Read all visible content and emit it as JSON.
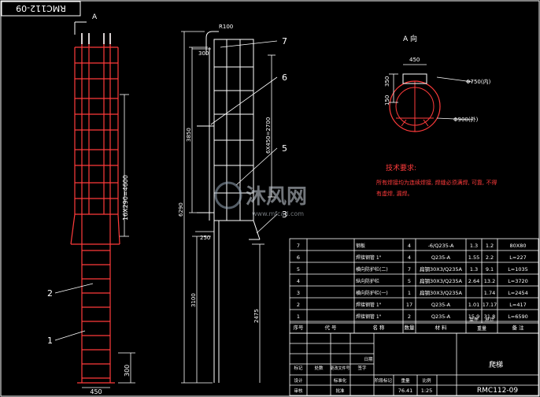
{
  "drawing": {
    "frame_code": "RMC112-09",
    "view_marker": "A",
    "view_a_title": "A 向",
    "wm_text": "沐风网",
    "wm_url": "www.mfcad.com"
  },
  "dims": {
    "left_width": "450",
    "left_cage_height": "16X290=4600",
    "left_bottom": "300",
    "side_top_r": "R100",
    "side_top_w": "300",
    "side_mid": "6X450=2700",
    "side_cage": "3850",
    "side_total": "6290",
    "side_lower": "3100",
    "side_offset": "250",
    "side_bottom": "2475",
    "a_width": "450",
    "a_h1": "350",
    "a_h2": "150",
    "a_pipe": "Φ750(内)",
    "a_ring": "Φ900(外)"
  },
  "callouts": {
    "n1": "1",
    "n2": "2",
    "n3": "3",
    "n5": "5",
    "n6": "6",
    "n7": "7"
  },
  "tech": {
    "title": "技术要求:",
    "line1": "所有焊接均为连续焊接, 焊缝必须满焊, 可靠, 不得",
    "line2": "有虚焊, 漏焊。"
  },
  "bom": {
    "rows": [
      {
        "no": "7",
        "name": "钢板",
        "qty": "4",
        "mat": "-6/Q235-A",
        "unit": "1.3",
        "total": "1.2",
        "note": "80X80"
      },
      {
        "no": "6",
        "name": "焊接钢管 1\"",
        "qty": "4",
        "mat": "Q235-A",
        "unit": "1.55",
        "total": "2.2",
        "note": "L=227"
      },
      {
        "no": "5",
        "name": "横向防护栏(二)",
        "qty": "7",
        "mat": "扁钢30X3/Q235A",
        "unit": "1.3",
        "total": "9.1",
        "note": "L=1035"
      },
      {
        "no": "4",
        "name": "纵向防护栏",
        "qty": "5",
        "mat": "扁钢30X3/Q235A",
        "unit": "2.64",
        "total": "13.2",
        "note": "L=3720"
      },
      {
        "no": "3",
        "name": "横向防护栏(一)",
        "qty": "1",
        "mat": "扁钢30X3/Q235A",
        "unit": "",
        "total": "1.74",
        "note": "L=2454"
      },
      {
        "no": "2",
        "name": "焊接钢管 1\"",
        "qty": "17",
        "mat": "Q235-A",
        "unit": "1.01",
        "total": "17.17",
        "note": "L=417"
      },
      {
        "no": "1",
        "name": "焊接钢管 1\"",
        "qty": "2",
        "mat": "Q235-A",
        "unit": "15.9",
        "total": "31.8",
        "note": "L=6590"
      }
    ],
    "header": {
      "no": "序号",
      "code": "代 号",
      "name": "名 称",
      "qty": "数量",
      "mat": "材 料",
      "unit": "单件",
      "total": "总计",
      "weight": "重量",
      "note": "备 注"
    }
  },
  "title_block": {
    "title": "爬梯",
    "drawing_no": "RMC112-09",
    "weight": "76.41",
    "scale": "1:25",
    "weight_label": "重量",
    "scale_label": "比例",
    "stage_label": "阶段标记",
    "r1": "标记",
    "r2": "处数",
    "r3": "更改文件号",
    "r4": "签字",
    "r5": "日期",
    "r6": "设计",
    "r7": "标准化",
    "r8": "审核",
    "r9": "批准"
  }
}
